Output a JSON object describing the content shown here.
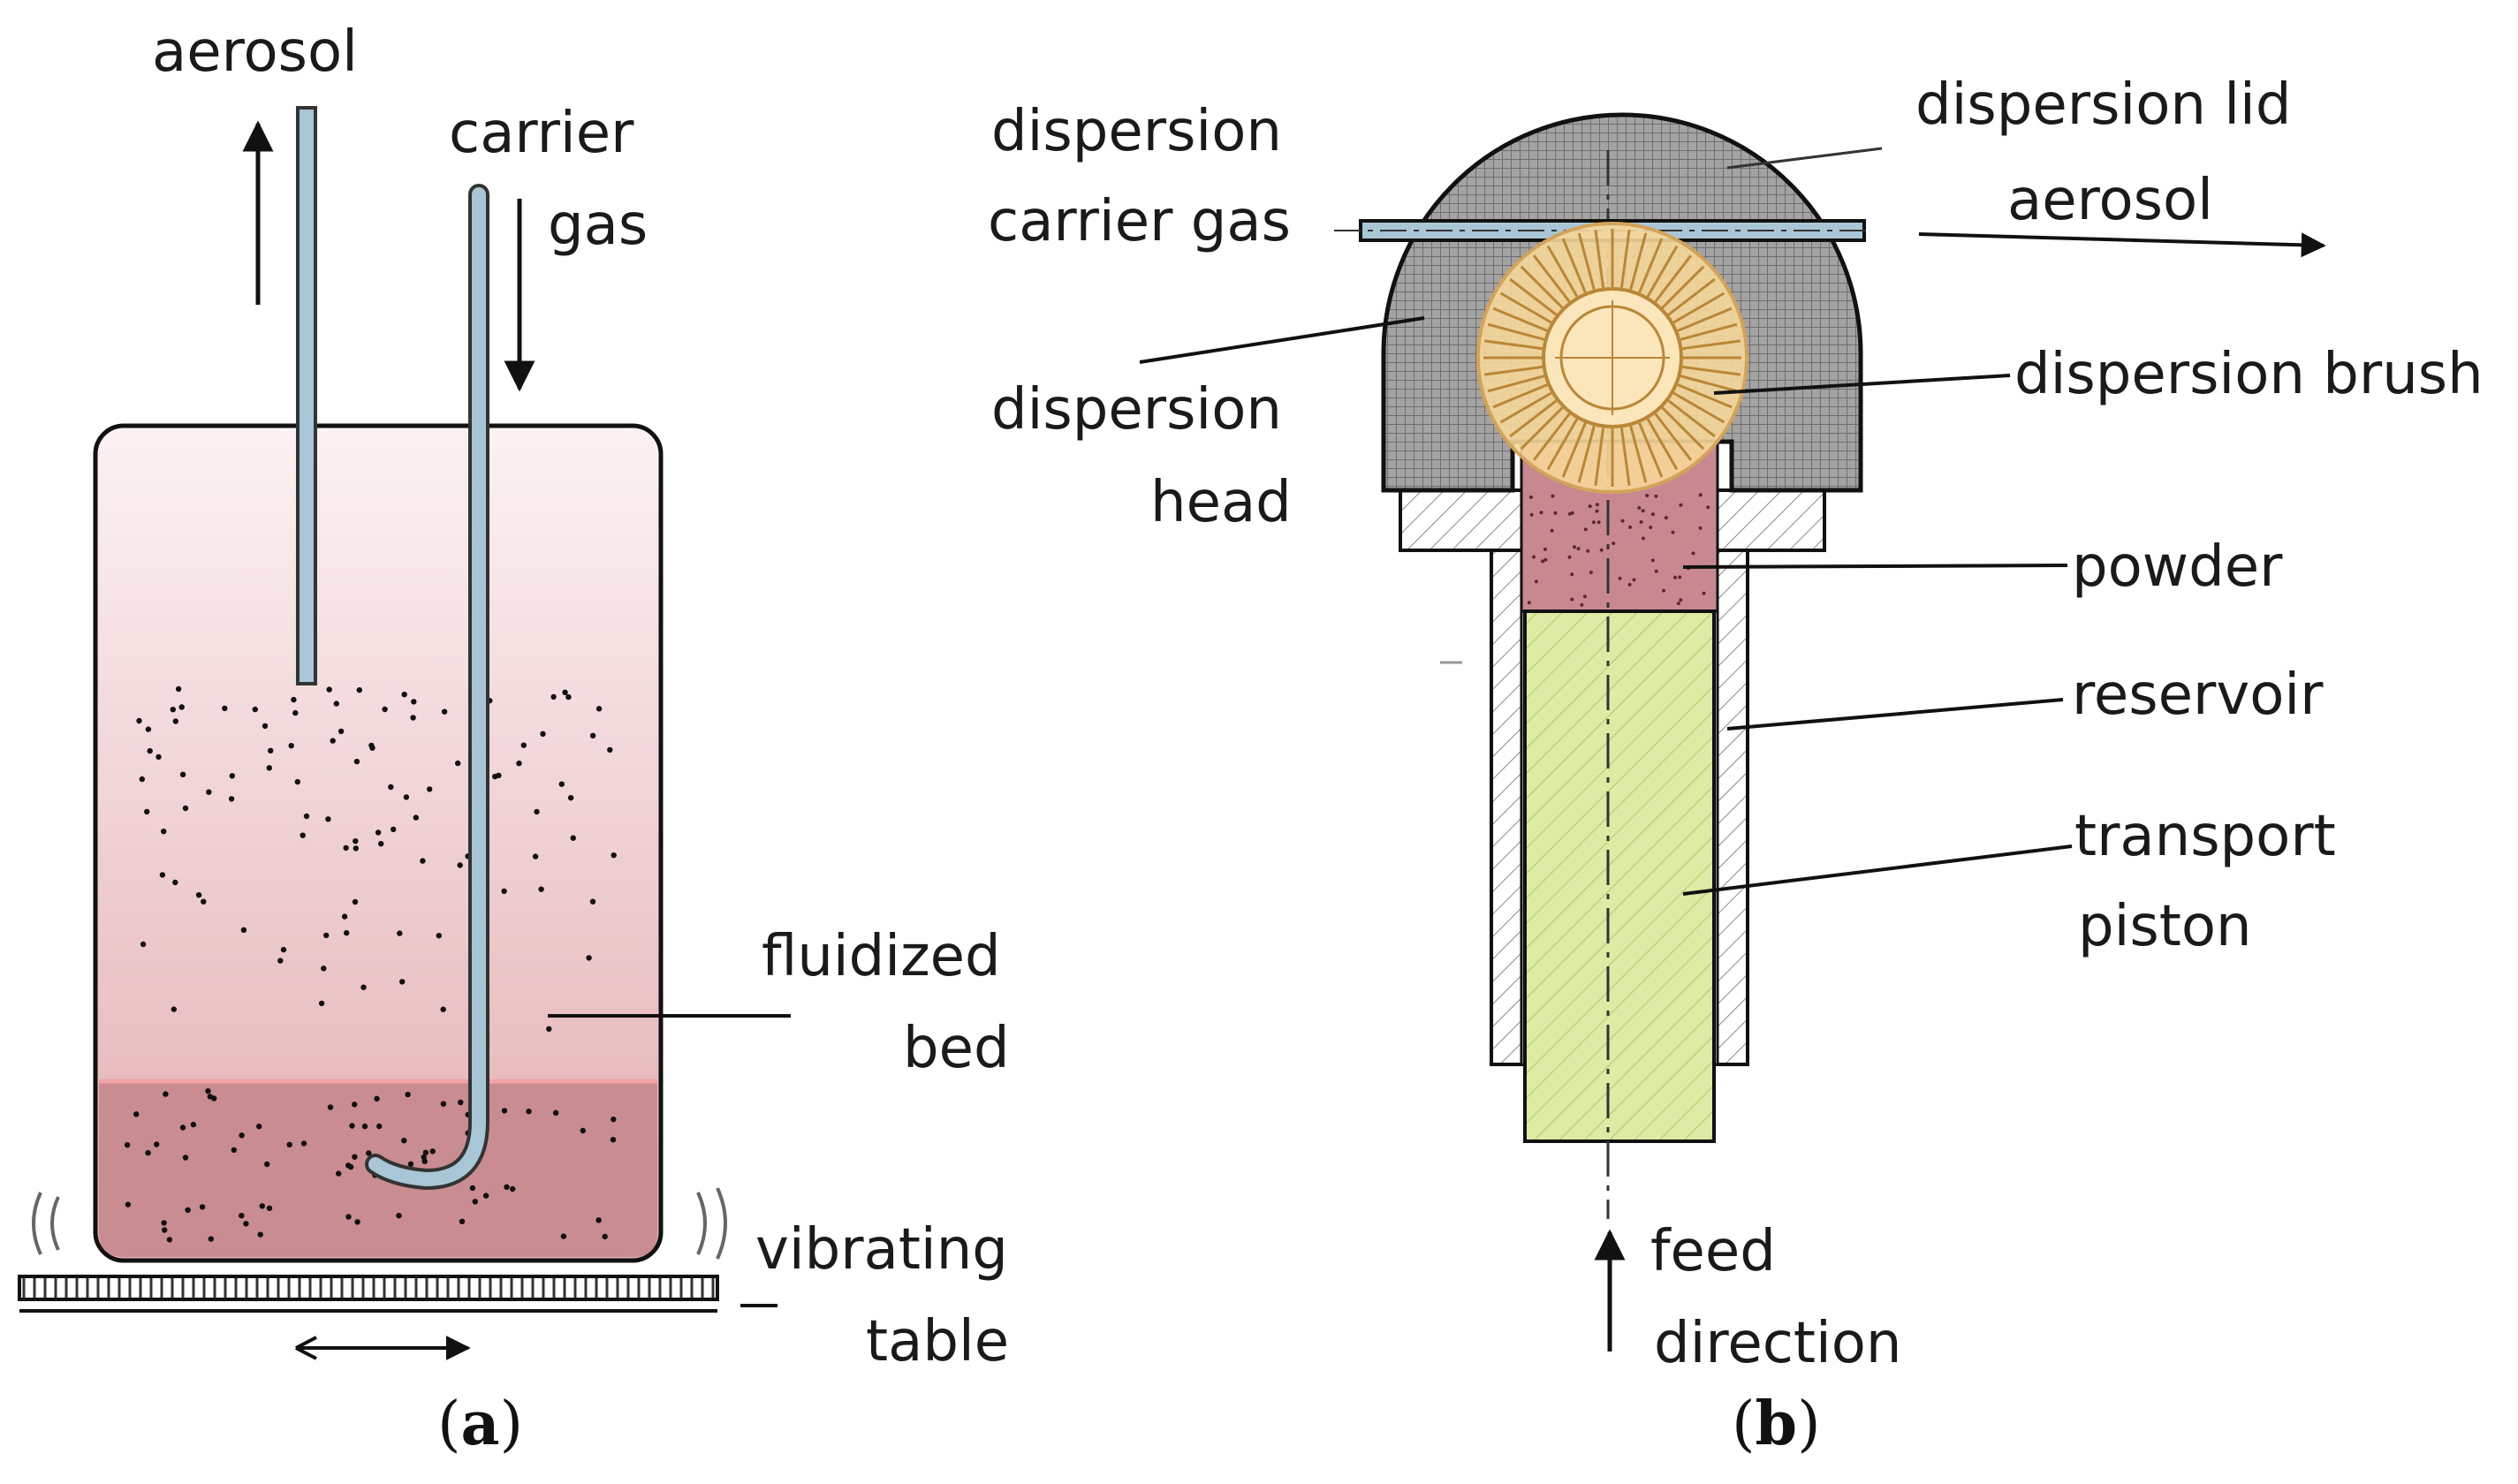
{
  "panel_a": {
    "labels": {
      "aerosol": "aerosol",
      "carrier_gas_line1": "carrier",
      "carrier_gas_line2": "gas",
      "fluidized_bed_line1": "fluidized",
      "fluidized_bed_line2": "bed",
      "vibrating_table_line1": "vibrating",
      "vibrating_table_line2": "table"
    },
    "caption_open": "(",
    "caption_letter": "a",
    "caption_close": ")"
  },
  "panel_b": {
    "labels": {
      "dispersion_carrier_gas_line1": "dispersion",
      "dispersion_carrier_gas_line2": "carrier gas",
      "dispersion_lid": "dispersion lid",
      "aerosol": "aerosol",
      "dispersion_head_line1": "dispersion",
      "dispersion_head_line2": "head",
      "dispersion_brush": "dispersion brush",
      "powder": "powder",
      "reservoir": "reservoir",
      "transport_piston_line1": "transport",
      "transport_piston_line2": "piston",
      "feed_direction_line1": "feed",
      "feed_direction_line2": "direction"
    },
    "caption_open": "(",
    "caption_letter": "b",
    "caption_close": ")"
  },
  "colors": {
    "container_top": "#fbeff0",
    "container_bottom": "#e6b4b8",
    "bed": "#c98c90",
    "tube": "#a8c6d6",
    "dispersion_head": "#9a9a9a",
    "brush": "#f6d79a",
    "powder": "#c98890",
    "piston": "#d9eba0"
  }
}
